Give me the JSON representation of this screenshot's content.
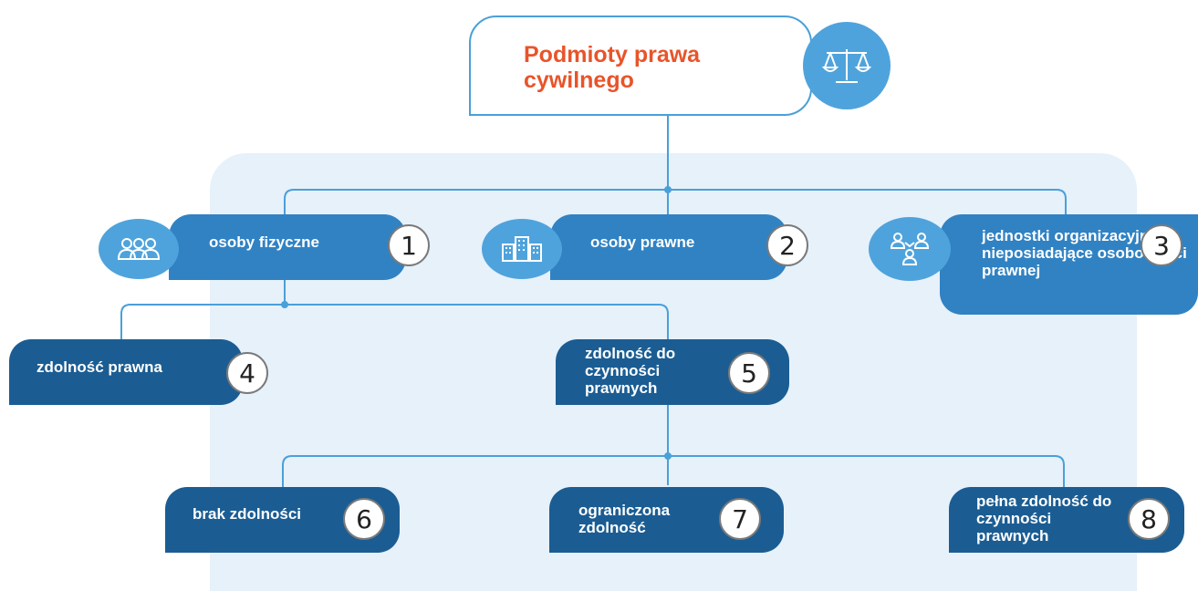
{
  "root": {
    "title": "Podmioty prawa cywilnego",
    "icon": "scales-icon"
  },
  "level1": [
    {
      "label": "osoby fizyczne",
      "number": "1",
      "icon": "people-icon"
    },
    {
      "label": "osoby prawne",
      "number": "2",
      "icon": "buildings-icon"
    },
    {
      "label": "jednostki organizacyjne nieposiadające osobowości prawnej",
      "number": "3",
      "icon": "network-people-icon"
    }
  ],
  "level2": [
    {
      "label": "zdolność prawna",
      "number": "4"
    },
    {
      "label": "zdolność do czynności prawnych",
      "number": "5"
    }
  ],
  "level3": [
    {
      "label": "brak zdolności",
      "number": "6"
    },
    {
      "label": "ograniczona zdolność",
      "number": "7"
    },
    {
      "label": "pełna zdolność do czynności prawnych",
      "number": "8"
    }
  ],
  "colors": {
    "title": "#e8542a",
    "box_light": "#3082c3",
    "box_dark": "#1b5d93",
    "icon_circle": "#4fa3dc",
    "connector": "#4aa0d8",
    "panel": "#e6f1fa"
  }
}
